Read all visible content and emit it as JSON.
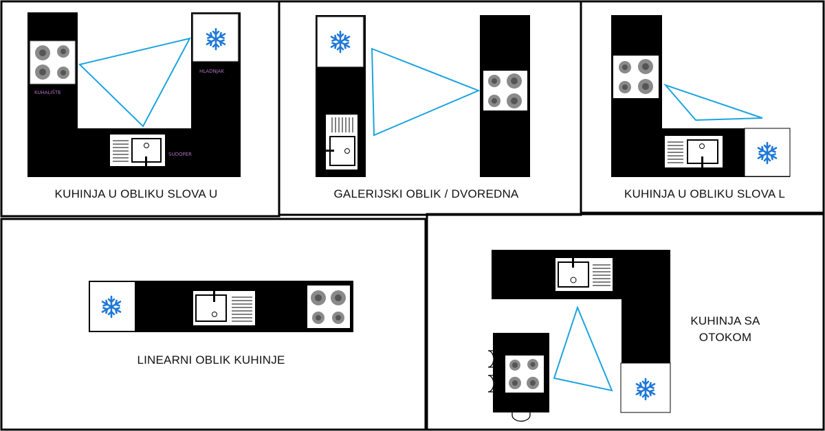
{
  "panels": {
    "u_shape": {
      "title": "KUHINJA U OBLIKU SLOVA U",
      "stove_label": "KUHALIŠTE",
      "fridge_label": "HLADNJAK",
      "sink_label": "SUDOPER"
    },
    "galley": {
      "title": "GALERIJSKI OBLIK / DVOREDNA"
    },
    "l_shape": {
      "title": "KUHINJA U OBLIKU SLOVA L"
    },
    "linear": {
      "title": "LINEARNI OBLIK KUHINJE"
    },
    "island": {
      "title_line1": "KUHINJA SA",
      "title_line2": "OTOKOM"
    }
  },
  "colors": {
    "counter": "#000000",
    "triangle": "#1aa3e0",
    "snowflake": "#1e78d6",
    "burner_outer": "#8a8a8a",
    "burner_inner": "#555555",
    "label_accent": "#b070c0"
  },
  "icons": {
    "fridge": "snowflake-icon",
    "stove": "four-burner-cooktop-icon",
    "sink": "sink-with-drainboard-icon",
    "stool": "stool-icon"
  }
}
